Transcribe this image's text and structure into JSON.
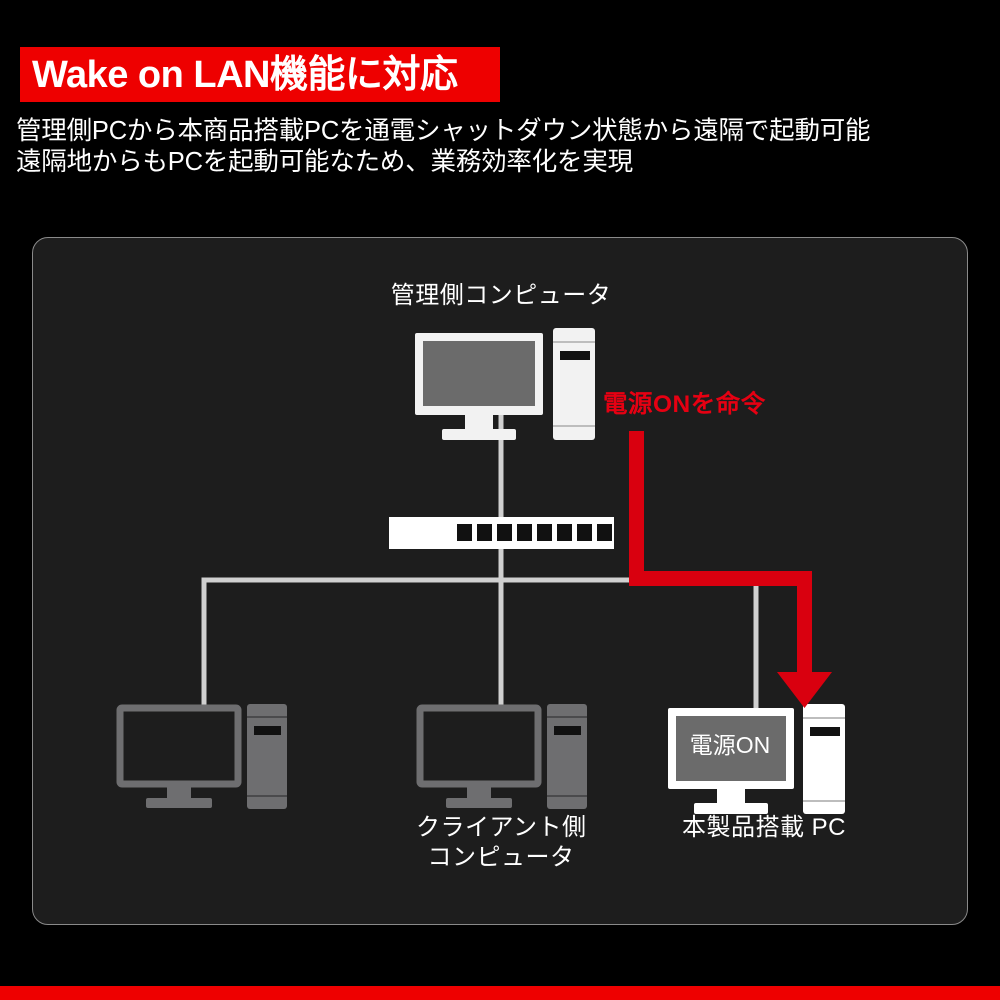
{
  "header": {
    "banner_title": "Wake on LAN機能に対応",
    "banner_bg": "#ee0000",
    "banner_text_color": "#ffffff",
    "subtitle_line1": "管理側PCから本商品搭載PCを通電シャットダウン状態から遠隔で起動可能",
    "subtitle_line2": "遠隔地からもPCを起動可能なため、業務効率化を実現"
  },
  "diagram": {
    "panel_bg": "#1d1d1d",
    "panel_border": "#8a8a8a",
    "nodes": {
      "admin_label": "管理側コンピュータ",
      "client_label_line1": "クライアント側",
      "client_label_line2": "コンピュータ",
      "product_label": "本製品搭載 PC",
      "product_screen_text": "電源ON"
    },
    "annotation": {
      "command_text": "電源ONを命令",
      "command_color": "#e60012",
      "arrow_color": "#d9000f"
    },
    "link_color": "#d0d0d0",
    "switch_color": "#ffffff",
    "switch_port_count": 8,
    "client_icon_color": "#6e6e70",
    "admin_icon_color": "#f2f2f2",
    "admin_screen_color": "#6b6b6b"
  },
  "footer": {
    "rule_color": "#ee0000"
  }
}
